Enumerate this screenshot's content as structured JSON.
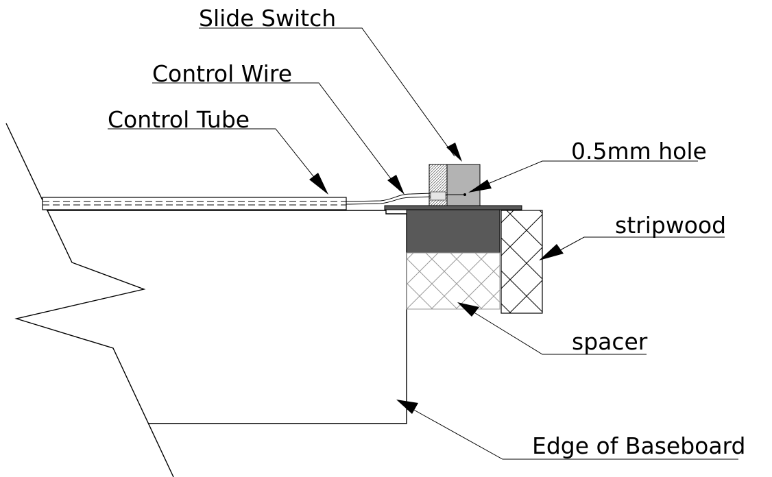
{
  "labels": {
    "slide_switch": "Slide Switch",
    "control_wire": "Control Wire",
    "control_tube": "Control Tube",
    "hole": "0.5mm hole",
    "stripwood": "stripwood",
    "spacer": "spacer",
    "baseboard_edge": "Edge of Baseboard"
  },
  "colors": {
    "line": "#000000",
    "dark_block": "#595959",
    "switch_grey": "#b3b3b3",
    "switch_light": "#cfcfcf",
    "hatch": "#9a9a9a"
  }
}
